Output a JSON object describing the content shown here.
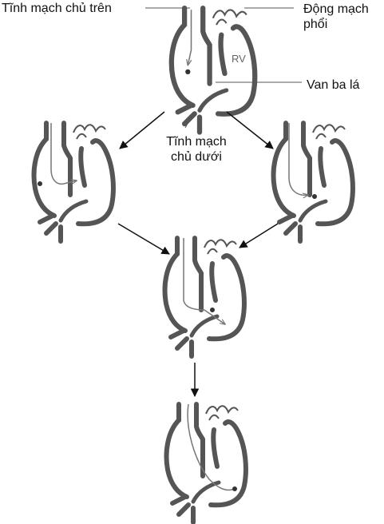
{
  "labels": {
    "superior_vena_cava": "Tĩnh mạch chủ trên",
    "pulmonary_artery": "Động mạch phổi",
    "tricuspid_valve": "Van ba lá",
    "inferior_vena_cava": "Tĩnh mạch chủ dưới",
    "right_ventricle": "RV"
  },
  "colors": {
    "outline": "#555555",
    "wire": "#777777",
    "text": "#111111",
    "arrow": "#111111"
  }
}
